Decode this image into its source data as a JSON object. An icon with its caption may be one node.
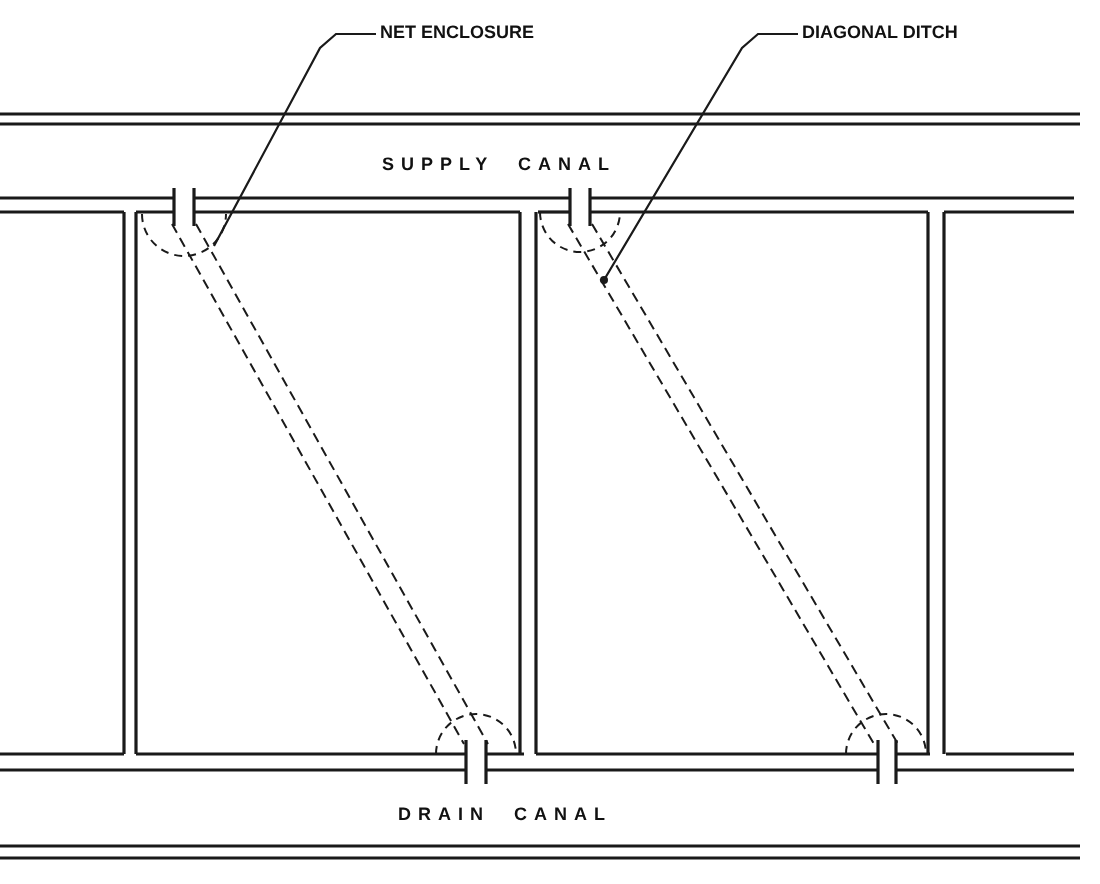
{
  "diagram": {
    "nodes": [
      {
        "text": [
          "NET ENCLOSURE"
        ]
      },
      {
        "text": [
          "DIAGONAL DITCH"
        ]
      },
      {
        "text": [],
        "shape": "circle"
      },
      {
        "text": [],
        "shape": "bar"
      }
    ],
    "edges": [
      {
        "from": 0,
        "to": 2,
        "arrow": "none"
      },
      {
        "from": 1,
        "to": 3,
        "arrow": "other"
      }
    ],
    "labels": [
      "SUPPLY CANAL",
      "DRAIN CANAL"
    ]
  }
}
